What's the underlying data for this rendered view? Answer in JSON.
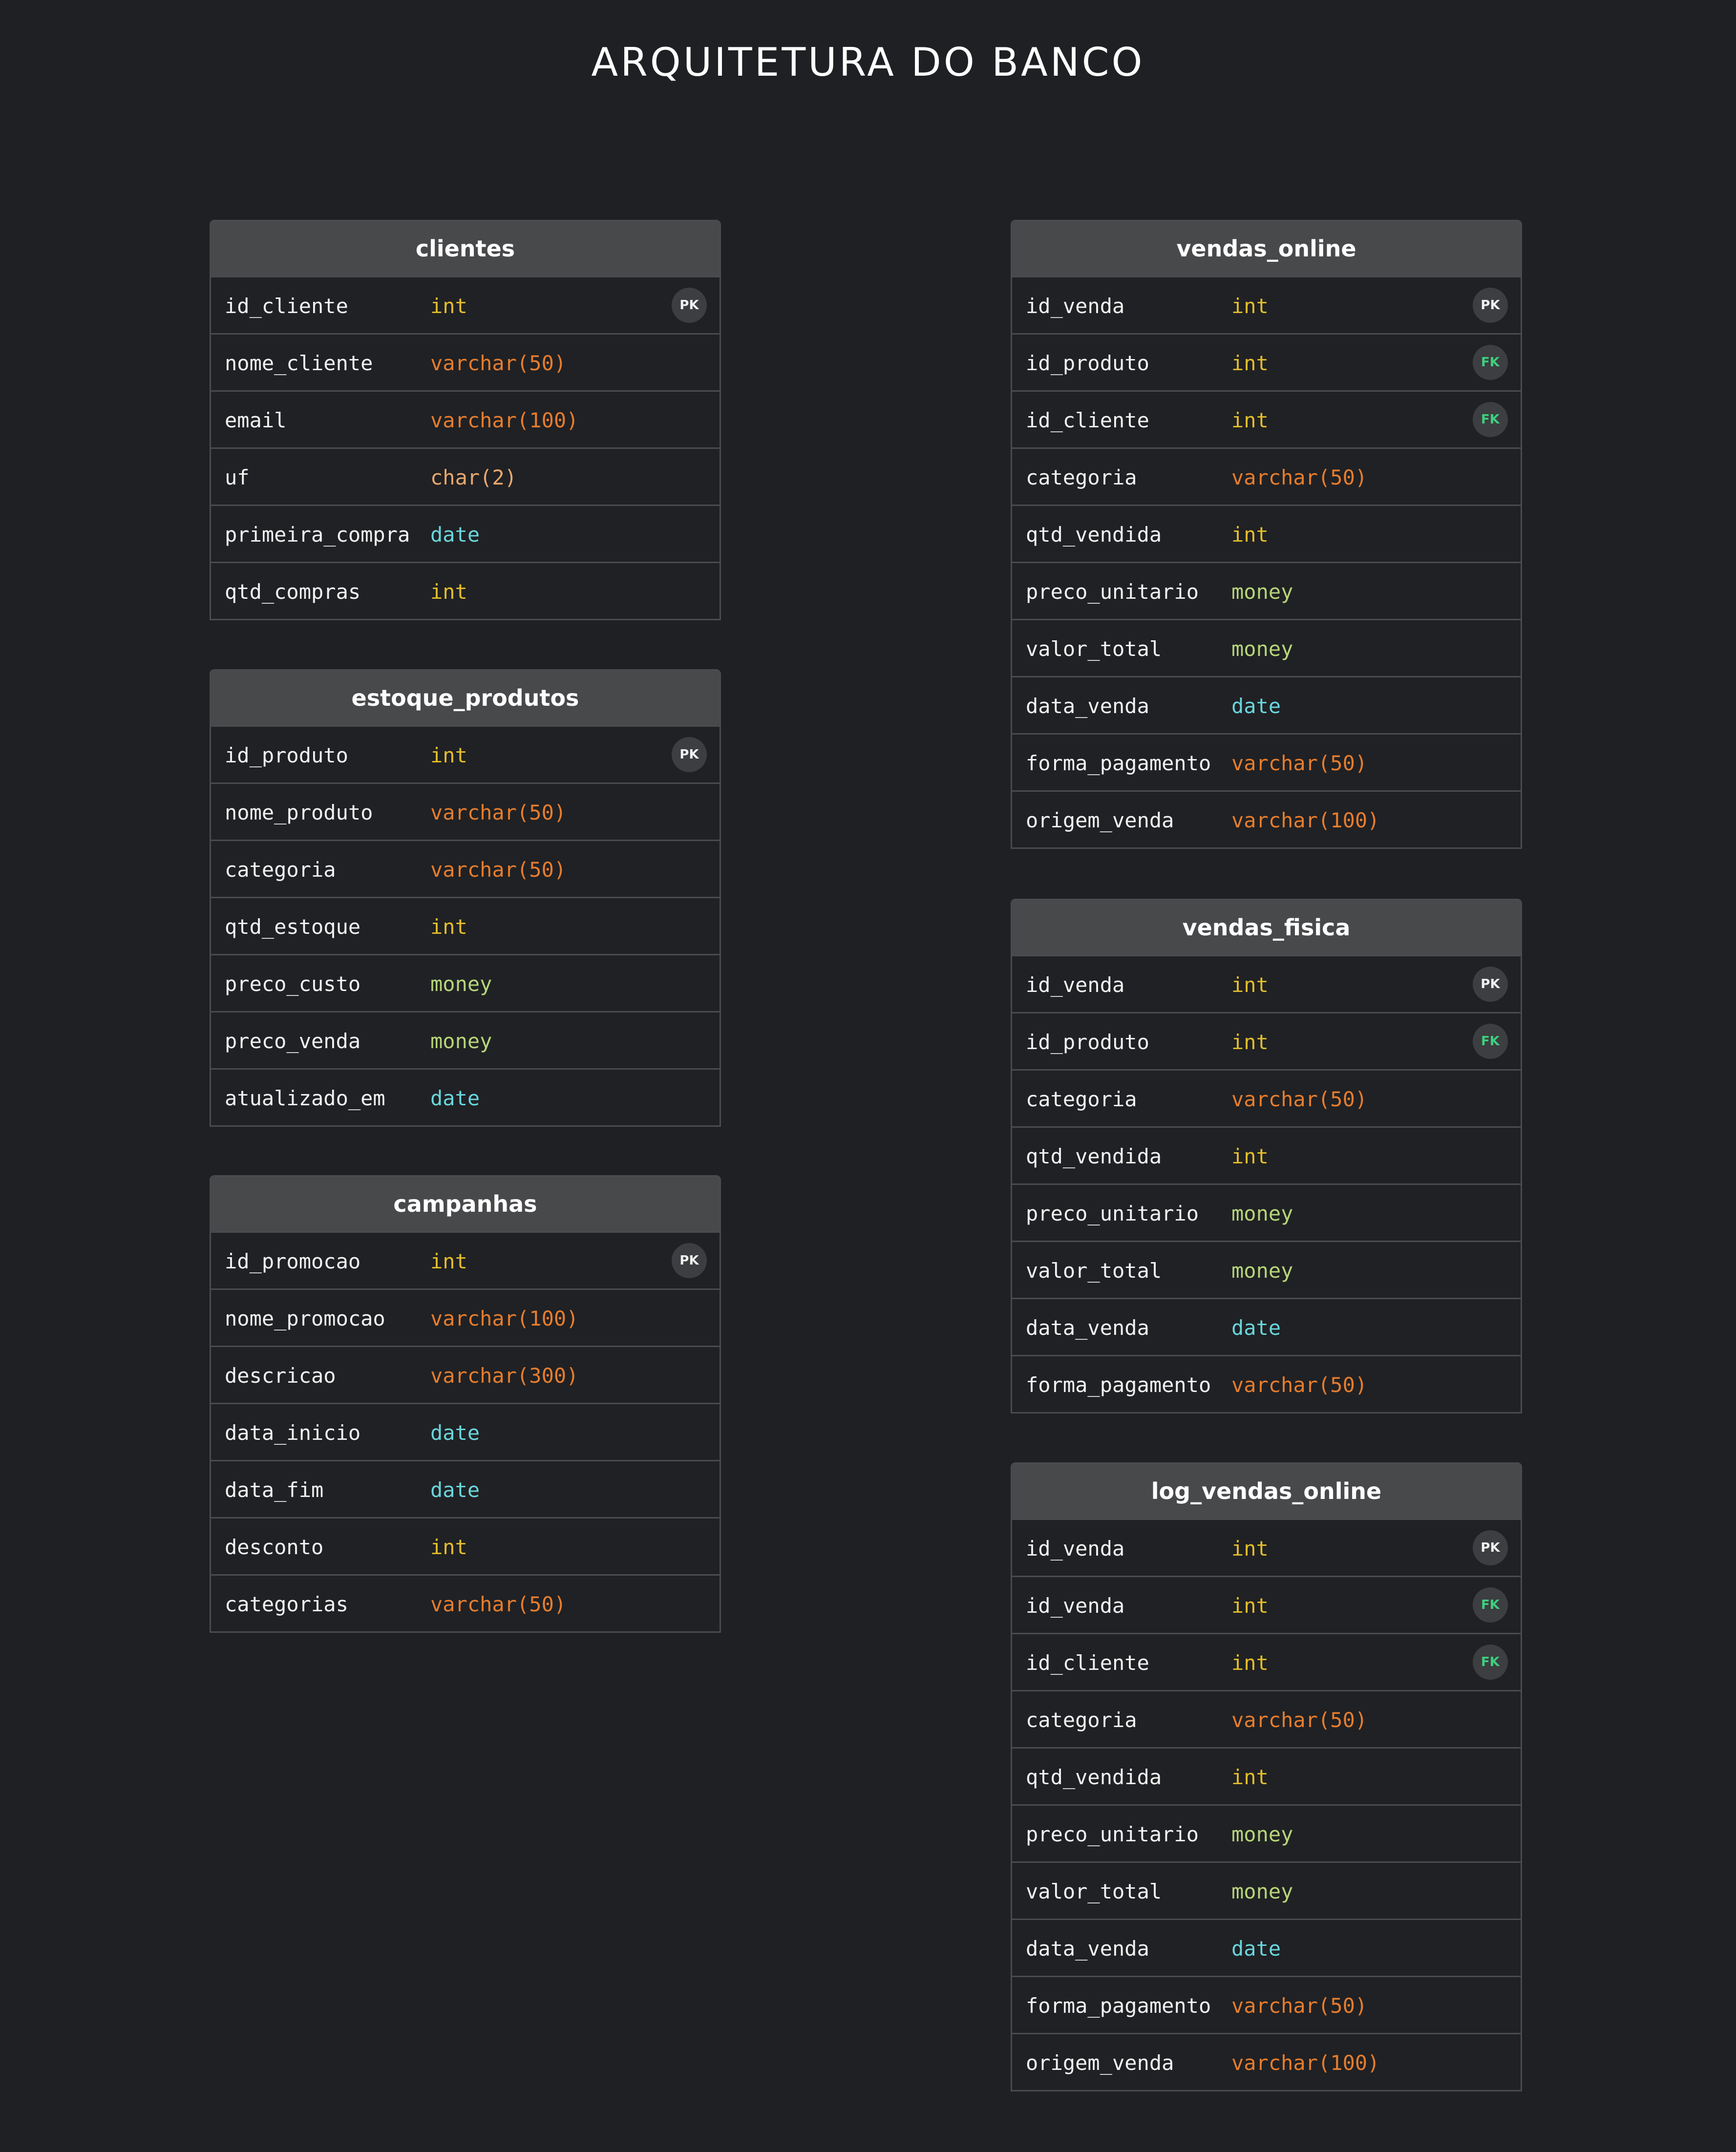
{
  "title": "ARQUITETURA DO BANCO",
  "colors": {
    "background": "#1f2023",
    "header": "#48494b",
    "int": "#e3bd2b",
    "varchar": "#e57d2e",
    "char": "#e8a86f",
    "date": "#6ad6dd",
    "money": "#b6d57a",
    "fk": "#3ed07f"
  },
  "tables": [
    {
      "name": "clientes",
      "columns": [
        {
          "name": "id_cliente",
          "type": "int",
          "key": "PK"
        },
        {
          "name": "nome_cliente",
          "type": "varchar(50)",
          "key": ""
        },
        {
          "name": "email",
          "type": "varchar(100)",
          "key": ""
        },
        {
          "name": "uf",
          "type": "char(2)",
          "key": ""
        },
        {
          "name": "primeira_compra",
          "type": "date",
          "key": ""
        },
        {
          "name": "qtd_compras",
          "type": "int",
          "key": ""
        }
      ]
    },
    {
      "name": "estoque_produtos",
      "columns": [
        {
          "name": "id_produto",
          "type": "int",
          "key": "PK"
        },
        {
          "name": "nome_produto",
          "type": "varchar(50)",
          "key": ""
        },
        {
          "name": "categoria",
          "type": "varchar(50)",
          "key": ""
        },
        {
          "name": "qtd_estoque",
          "type": "int",
          "key": ""
        },
        {
          "name": "preco_custo",
          "type": "money",
          "key": ""
        },
        {
          "name": "preco_venda",
          "type": "money",
          "key": ""
        },
        {
          "name": "atualizado_em",
          "type": "date",
          "key": ""
        }
      ]
    },
    {
      "name": "campanhas",
      "columns": [
        {
          "name": "id_promocao",
          "type": "int",
          "key": "PK"
        },
        {
          "name": "nome_promocao",
          "type": "varchar(100)",
          "key": ""
        },
        {
          "name": "descricao",
          "type": "varchar(300)",
          "key": ""
        },
        {
          "name": "data_inicio",
          "type": "date",
          "key": ""
        },
        {
          "name": "data_fim",
          "type": "date",
          "key": ""
        },
        {
          "name": "desconto",
          "type": "int",
          "key": ""
        },
        {
          "name": "categorias",
          "type": "varchar(50)",
          "key": ""
        }
      ]
    },
    {
      "name": "vendas_online",
      "columns": [
        {
          "name": "id_venda",
          "type": "int",
          "key": "PK"
        },
        {
          "name": "id_produto",
          "type": "int",
          "key": "FK"
        },
        {
          "name": "id_cliente",
          "type": "int",
          "key": "FK"
        },
        {
          "name": "categoria",
          "type": "varchar(50)",
          "key": ""
        },
        {
          "name": "qtd_vendida",
          "type": "int",
          "key": ""
        },
        {
          "name": "preco_unitario",
          "type": "money",
          "key": ""
        },
        {
          "name": "valor_total",
          "type": "money",
          "key": ""
        },
        {
          "name": "data_venda",
          "type": "date",
          "key": ""
        },
        {
          "name": "forma_pagamento",
          "type": "varchar(50)",
          "key": ""
        },
        {
          "name": "origem_venda",
          "type": "varchar(100)",
          "key": ""
        }
      ]
    },
    {
      "name": "vendas_fisica",
      "columns": [
        {
          "name": "id_venda",
          "type": "int",
          "key": "PK"
        },
        {
          "name": "id_produto",
          "type": "int",
          "key": "FK"
        },
        {
          "name": "categoria",
          "type": "varchar(50)",
          "key": ""
        },
        {
          "name": "qtd_vendida",
          "type": "int",
          "key": ""
        },
        {
          "name": "preco_unitario",
          "type": "money",
          "key": ""
        },
        {
          "name": "valor_total",
          "type": "money",
          "key": ""
        },
        {
          "name": "data_venda",
          "type": "date",
          "key": ""
        },
        {
          "name": "forma_pagamento",
          "type": "varchar(50)",
          "key": ""
        }
      ]
    },
    {
      "name": "log_vendas_online",
      "columns": [
        {
          "name": "id_venda",
          "type": "int",
          "key": "PK"
        },
        {
          "name": "id_venda",
          "type": "int",
          "key": "FK"
        },
        {
          "name": "id_cliente",
          "type": "int",
          "key": "FK"
        },
        {
          "name": "categoria",
          "type": "varchar(50)",
          "key": ""
        },
        {
          "name": "qtd_vendida",
          "type": "int",
          "key": ""
        },
        {
          "name": "preco_unitario",
          "type": "money",
          "key": ""
        },
        {
          "name": "valor_total",
          "type": "money",
          "key": ""
        },
        {
          "name": "data_venda",
          "type": "date",
          "key": ""
        },
        {
          "name": "forma_pagamento",
          "type": "varchar(50)",
          "key": ""
        },
        {
          "name": "origem_venda",
          "type": "varchar(100)",
          "key": ""
        }
      ]
    }
  ]
}
